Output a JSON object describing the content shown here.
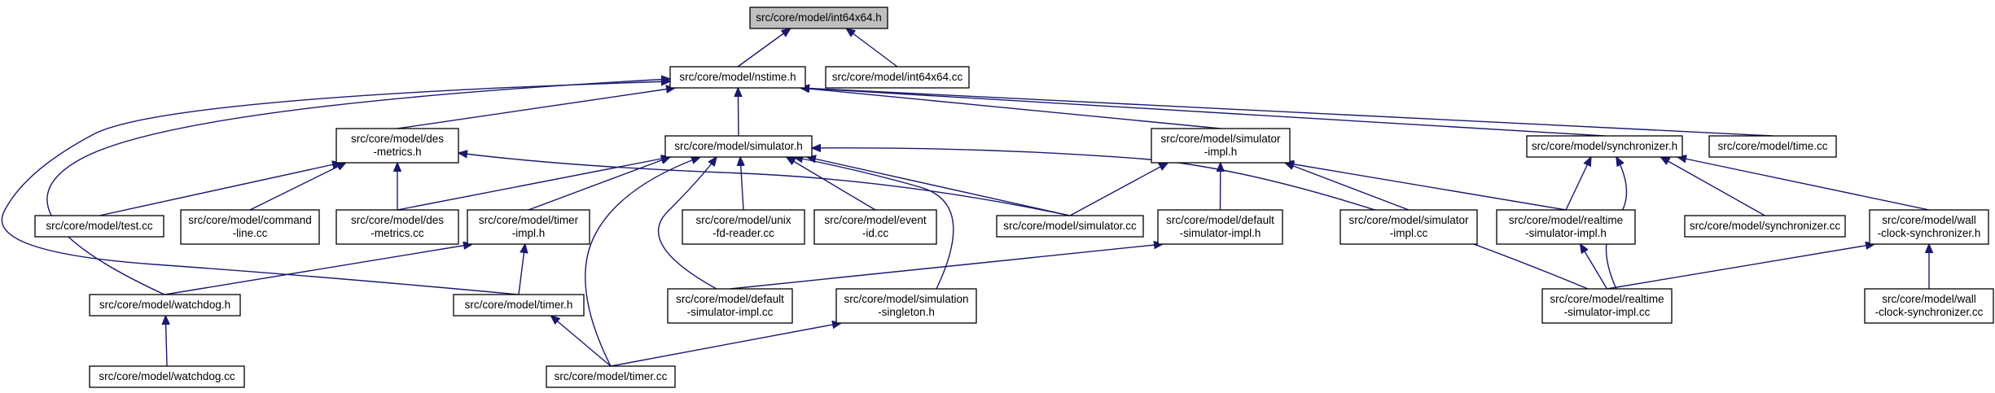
{
  "nodes": [
    {
      "id": "int64x64_h",
      "lines": [
        "src/core/model/int64x64.h"
      ],
      "root": true
    },
    {
      "id": "nstime_h",
      "lines": [
        "src/core/model/nstime.h"
      ]
    },
    {
      "id": "int64x64_cc",
      "lines": [
        "src/core/model/int64x64.cc"
      ]
    },
    {
      "id": "des_metrics_h",
      "lines": [
        "src/core/model/des",
        "-metrics.h"
      ]
    },
    {
      "id": "simulator_h",
      "lines": [
        "src/core/model/simulator.h"
      ]
    },
    {
      "id": "simulator_impl_h",
      "lines": [
        "src/core/model/simulator",
        "-impl.h"
      ]
    },
    {
      "id": "synchronizer_h",
      "lines": [
        "src/core/model/synchronizer.h"
      ]
    },
    {
      "id": "time_cc",
      "lines": [
        "src/core/model/time.cc"
      ]
    },
    {
      "id": "test_cc",
      "lines": [
        "src/core/model/test.cc"
      ]
    },
    {
      "id": "command_line_cc",
      "lines": [
        "src/core/model/command",
        "-line.cc"
      ]
    },
    {
      "id": "des_metrics_cc",
      "lines": [
        "src/core/model/des",
        "-metrics.cc"
      ]
    },
    {
      "id": "timer_impl_h",
      "lines": [
        "src/core/model/timer",
        "-impl.h"
      ]
    },
    {
      "id": "unix_fd_reader_cc",
      "lines": [
        "src/core/model/unix",
        "-fd-reader.cc"
      ]
    },
    {
      "id": "event_id_cc",
      "lines": [
        "src/core/model/event",
        "-id.cc"
      ]
    },
    {
      "id": "simulator_cc",
      "lines": [
        "src/core/model/simulator.cc"
      ]
    },
    {
      "id": "default_simulator_impl_h",
      "lines": [
        "src/core/model/default",
        "-simulator-impl.h"
      ]
    },
    {
      "id": "simulator_impl_cc",
      "lines": [
        "src/core/model/simulator",
        "-impl.cc"
      ]
    },
    {
      "id": "realtime_simulator_impl_h",
      "lines": [
        "src/core/model/realtime",
        "-simulator-impl.h"
      ]
    },
    {
      "id": "synchronizer_cc",
      "lines": [
        "src/core/model/synchronizer.cc"
      ]
    },
    {
      "id": "wall_clock_synchronizer_h",
      "lines": [
        "src/core/model/wall",
        "-clock-synchronizer.h"
      ]
    },
    {
      "id": "watchdog_h",
      "lines": [
        "src/core/model/watchdog.h"
      ]
    },
    {
      "id": "timer_h",
      "lines": [
        "src/core/model/timer.h"
      ]
    },
    {
      "id": "default_simulator_impl_cc",
      "lines": [
        "src/core/model/default",
        "-simulator-impl.cc"
      ]
    },
    {
      "id": "simulation_singleton_h",
      "lines": [
        "src/core/model/simulation",
        "-singleton.h"
      ]
    },
    {
      "id": "realtime_simulator_impl_cc",
      "lines": [
        "src/core/model/realtime",
        "-simulator-impl.cc"
      ]
    },
    {
      "id": "wall_clock_synchronizer_cc",
      "lines": [
        "src/core/model/wall",
        "-clock-synchronizer.cc"
      ]
    },
    {
      "id": "watchdog_cc",
      "lines": [
        "src/core/model/watchdog.cc"
      ]
    },
    {
      "id": "timer_cc",
      "lines": [
        "src/core/model/timer.cc"
      ]
    }
  ],
  "edges": [
    [
      "nstime_h",
      "int64x64_h"
    ],
    [
      "int64x64_cc",
      "int64x64_h"
    ],
    [
      "des_metrics_h",
      "nstime_h"
    ],
    [
      "simulator_h",
      "nstime_h"
    ],
    [
      "simulator_impl_h",
      "nstime_h"
    ],
    [
      "synchronizer_h",
      "nstime_h"
    ],
    [
      "time_cc",
      "nstime_h"
    ],
    [
      "watchdog_h",
      "nstime_h"
    ],
    [
      "timer_h",
      "nstime_h"
    ],
    [
      "test_cc",
      "des_metrics_h"
    ],
    [
      "command_line_cc",
      "des_metrics_h"
    ],
    [
      "des_metrics_cc",
      "des_metrics_h"
    ],
    [
      "simulator_cc",
      "des_metrics_h"
    ],
    [
      "des_metrics_cc",
      "simulator_h"
    ],
    [
      "timer_impl_h",
      "simulator_h"
    ],
    [
      "unix_fd_reader_cc",
      "simulator_h"
    ],
    [
      "event_id_cc",
      "simulator_h"
    ],
    [
      "simulator_cc",
      "simulator_h"
    ],
    [
      "default_simulator_impl_cc",
      "simulator_h"
    ],
    [
      "simulation_singleton_h",
      "simulator_h"
    ],
    [
      "timer_cc",
      "simulator_h"
    ],
    [
      "realtime_simulator_impl_cc",
      "simulator_h"
    ],
    [
      "simulator_cc",
      "simulator_impl_h"
    ],
    [
      "default_simulator_impl_h",
      "simulator_impl_h"
    ],
    [
      "simulator_impl_cc",
      "simulator_impl_h"
    ],
    [
      "realtime_simulator_impl_h",
      "simulator_impl_h"
    ],
    [
      "realtime_simulator_impl_h",
      "synchronizer_h"
    ],
    [
      "synchronizer_cc",
      "synchronizer_h"
    ],
    [
      "wall_clock_synchronizer_h",
      "synchronizer_h"
    ],
    [
      "realtime_simulator_impl_cc",
      "synchronizer_h"
    ],
    [
      "watchdog_h",
      "timer_impl_h"
    ],
    [
      "timer_h",
      "timer_impl_h"
    ],
    [
      "default_simulator_impl_cc",
      "default_simulator_impl_h"
    ],
    [
      "realtime_simulator_impl_cc",
      "realtime_simulator_impl_h"
    ],
    [
      "realtime_simulator_impl_cc",
      "wall_clock_synchronizer_h"
    ],
    [
      "wall_clock_synchronizer_cc",
      "wall_clock_synchronizer_h"
    ],
    [
      "watchdog_cc",
      "watchdog_h"
    ],
    [
      "timer_cc",
      "timer_h"
    ],
    [
      "timer_cc",
      "simulation_singleton_h"
    ]
  ]
}
